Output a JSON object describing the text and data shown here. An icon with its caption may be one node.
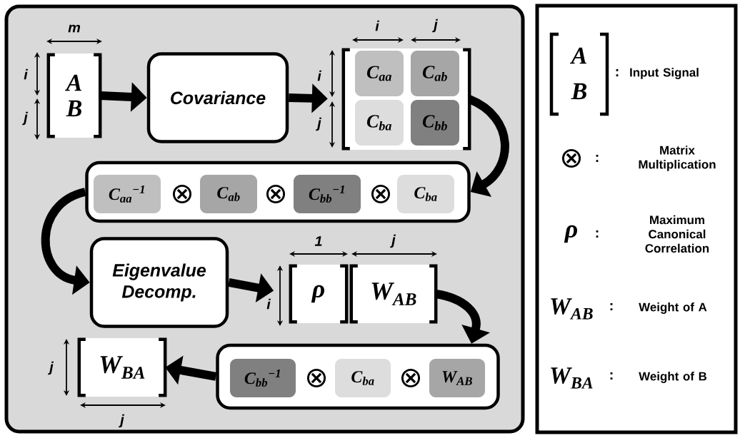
{
  "diagram": {
    "nodes": [
      {
        "text": [],
        "shape": "box"
      },
      {
        "text": [
          "A",
          "B"
        ],
        "in": 0
      },
      {
        "text": [
          "Covariance"
        ],
        "in": 0
      },
      {
        "text": [],
        "shape": "box",
        "in": 0
      },
      {
        "text": [
          "C$_{aa}$"
        ],
        "in": 3
      },
      {
        "text": [
          "C$_{ab}$"
        ],
        "in": 3
      },
      {
        "text": [
          "C$_{ba}$"
        ],
        "in": 3
      },
      {
        "text": [
          "C$_{bb}$"
        ],
        "in": 3
      },
      {
        "text": [],
        "shape": "box",
        "in": 0
      },
      {
        "text": [
          "C$_{aa}$$^{−1}$"
        ],
        "in": 8
      },
      {
        "text": [
          "C$_{ab}$"
        ],
        "in": 8
      },
      {
        "text": [
          "C$_{bb}$$^{−1}$"
        ],
        "in": 8
      },
      {
        "text": [
          "C$_{ba}$"
        ],
        "in": 8
      },
      {
        "text": [
          "Eigenvalue Decomp."
        ],
        "in": 0
      },
      {
        "text": [
          "ρ"
        ],
        "in": 0
      },
      {
        "text": [
          "W$_{AB}$"
        ],
        "in": 0
      },
      {
        "text": [],
        "shape": "box",
        "in": 0
      },
      {
        "text": [
          "C$_{bb}$$^{−1}$"
        ],
        "in": 16
      },
      {
        "text": [
          "C$_{ba}$"
        ],
        "in": 16
      },
      {
        "text": [
          "W$_{AB}$"
        ],
        "in": 16
      },
      {
        "text": [
          "W$_{BA}$"
        ],
        "in": 0
      }
    ],
    "edges": [
      {
        "from": 1,
        "to": 2,
        "arrow": "to"
      },
      {
        "from": 2,
        "to": 3,
        "arrow": "to"
      },
      {
        "from": 3,
        "to": 8,
        "arrow": "to"
      },
      {
        "from": 8,
        "to": 13,
        "arrow": "to"
      },
      {
        "from": 13,
        "to": 14,
        "arrow": "to"
      },
      {
        "from": 15,
        "to": 16,
        "arrow": "to"
      },
      {
        "from": 16,
        "to": 20,
        "arrow": "to"
      }
    ],
    "labels": [
      "m",
      "i",
      "j",
      "i",
      "j",
      "i",
      "j",
      "⊗",
      "⊗",
      "⊗",
      "1",
      "j",
      "i",
      "j",
      "⊗",
      "⊗",
      "j",
      "A",
      "B",
      ":",
      "⊗",
      ":",
      "ρ",
      ":",
      "W$_{AB}$",
      ":",
      "W$_{BA}$",
      ":"
    ],
    "legend": [
      {
        "text": "Input Signal"
      },
      {
        "text": "Matrix Multiplication"
      },
      {
        "text": "Maximum Canonical Correlation"
      },
      {
        "text": "Weight of A"
      },
      {
        "text": "Weight of B"
      }
    ]
  }
}
